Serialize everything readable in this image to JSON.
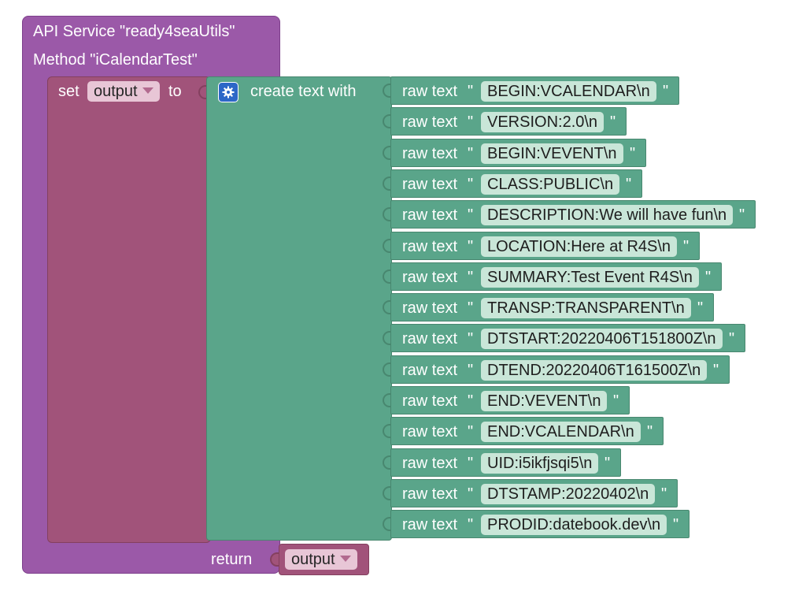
{
  "api_service": {
    "title": "API Service \"ready4seaUtils\"",
    "method": "Method \"iCalendarTest\"",
    "color": "#9b59a8"
  },
  "set_block": {
    "set_label": "set",
    "variable": "output",
    "to_label": "to",
    "color": "#a1537a"
  },
  "create_text": {
    "label": "create text with",
    "mutator_icon": "gear-icon",
    "color": "#5aa58a"
  },
  "raw_texts": [
    {
      "label": "raw text",
      "value": "BEGIN:VCALENDAR\\n"
    },
    {
      "label": "raw text",
      "value": "VERSION:2.0\\n"
    },
    {
      "label": "raw text",
      "value": "BEGIN:VEVENT\\n"
    },
    {
      "label": "raw text",
      "value": "CLASS:PUBLIC\\n"
    },
    {
      "label": "raw text",
      "value": "DESCRIPTION:We will have fun\\n"
    },
    {
      "label": "raw text",
      "value": "LOCATION:Here at R4S\\n"
    },
    {
      "label": "raw text",
      "value": "SUMMARY:Test Event R4S\\n"
    },
    {
      "label": "raw text",
      "value": "TRANSP:TRANSPARENT\\n"
    },
    {
      "label": "raw text",
      "value": "DTSTART:20220406T151800Z\\n"
    },
    {
      "label": "raw text",
      "value": "DTEND:20220406T161500Z\\n"
    },
    {
      "label": "raw text",
      "value": "END:VEVENT\\n"
    },
    {
      "label": "raw text",
      "value": "END:VCALENDAR\\n"
    },
    {
      "label": "raw text",
      "value": "UID:i5ikfjsqi5\\n"
    },
    {
      "label": "raw text",
      "value": "DTSTAMP:20220402\\n"
    },
    {
      "label": "raw text",
      "value": "PRODID:datebook.dev\\n"
    }
  ],
  "quote_char": "\"",
  "return_block": {
    "label": "return",
    "variable": "output"
  }
}
